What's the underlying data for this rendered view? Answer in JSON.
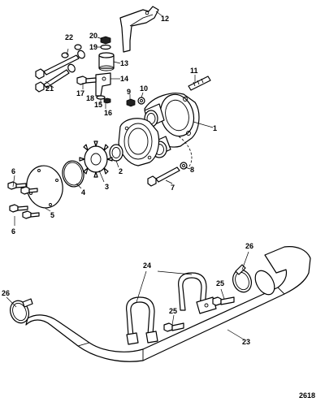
{
  "diagram_ref": "2618",
  "callouts": {
    "c1": "1",
    "c2": "2",
    "c3": "3",
    "c4": "4",
    "c5": "5",
    "c6a": "6",
    "c6b": "6",
    "c7": "7",
    "c8": "8",
    "c9": "9",
    "c10": "10",
    "c11": "11",
    "c12": "12",
    "c13": "13",
    "c14": "14",
    "c15": "15",
    "c16": "16",
    "c17": "17",
    "c18": "18",
    "c19": "19",
    "c20": "20",
    "c21": "21",
    "c22": "22",
    "c23": "23",
    "c24": "24",
    "c25a": "25",
    "c25b": "25",
    "c26a": "26",
    "c26b": "26"
  }
}
